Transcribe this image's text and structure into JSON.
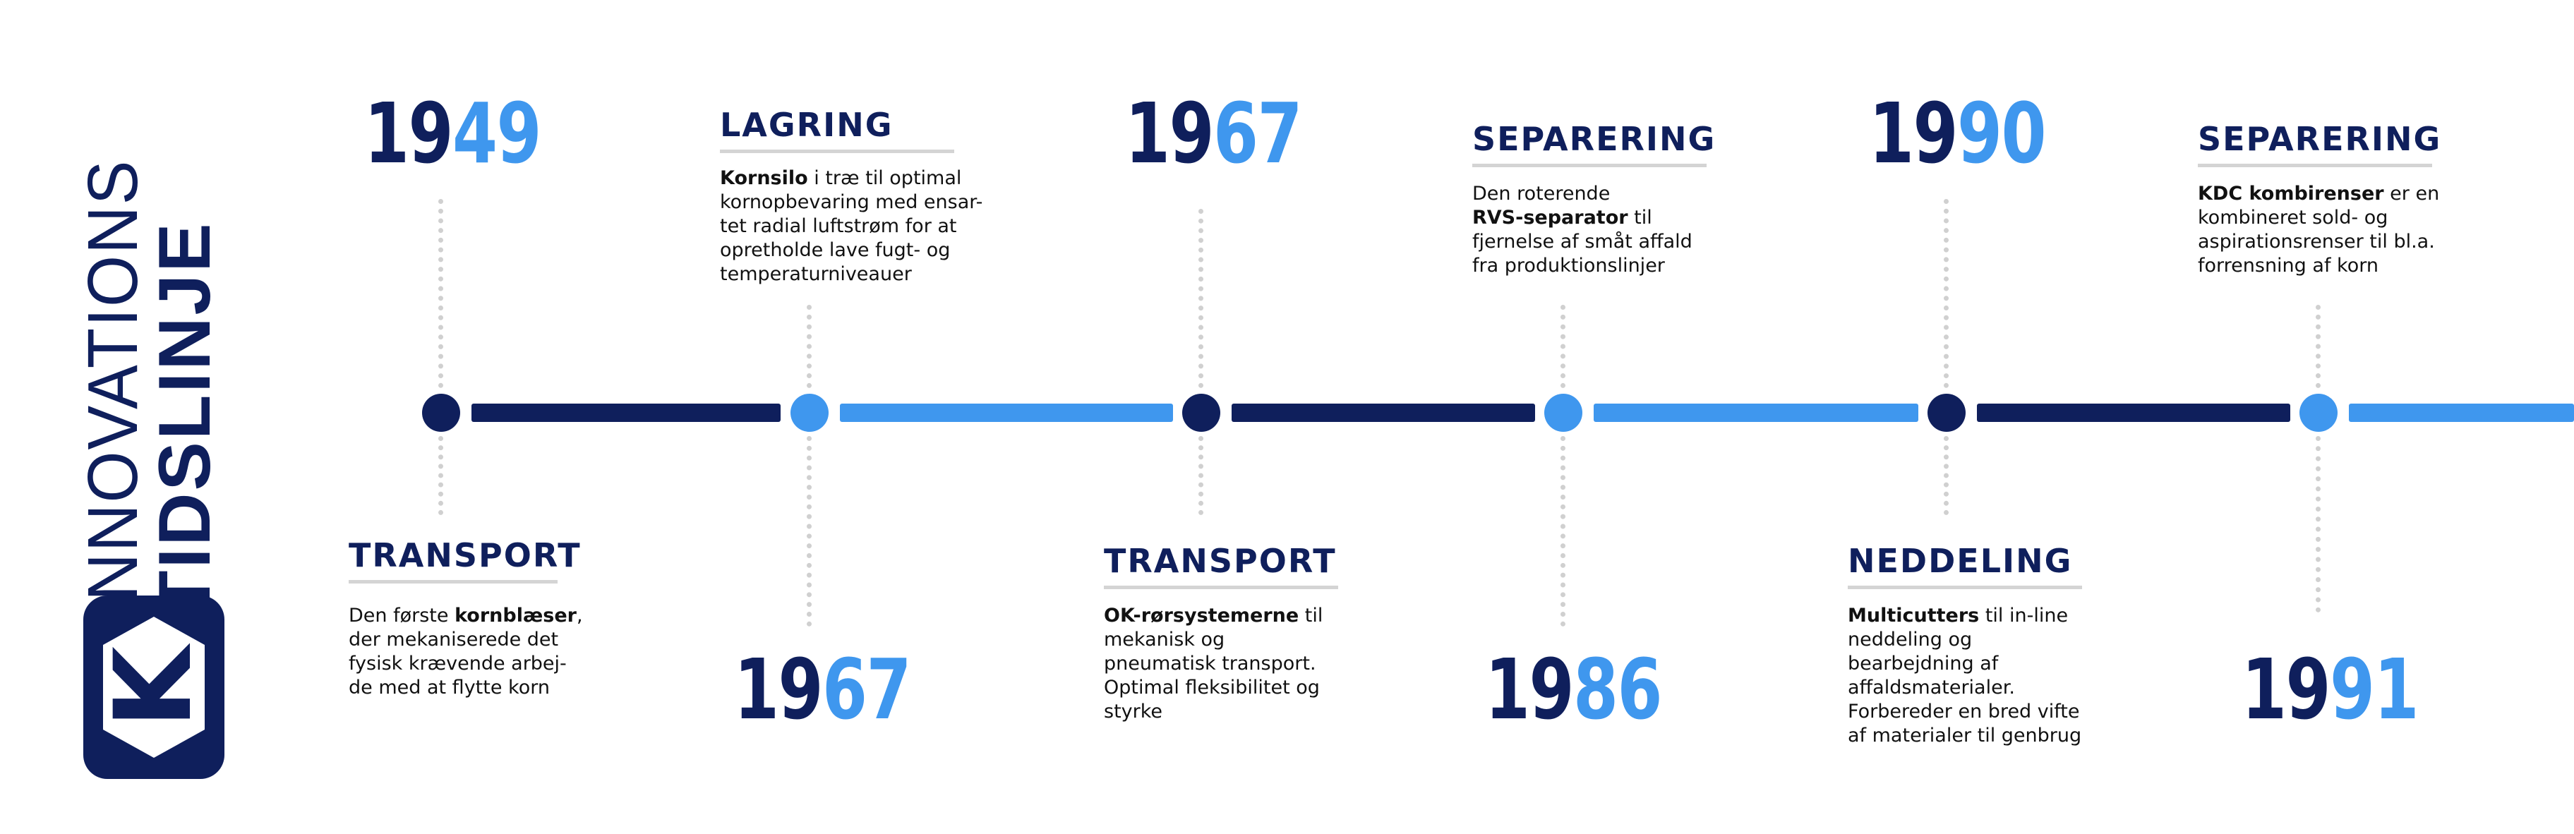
{
  "title": {
    "line1": "INNOVATIONS",
    "line2": "TIDSLINJE"
  },
  "logo": {
    "letter": "K"
  },
  "colors": {
    "dark": "#0f1f5c",
    "light": "#3f97ee",
    "grey": "#d0d0d0"
  },
  "events": [
    {
      "year_a": "19",
      "year_b": "49",
      "heading": "TRANSPORT",
      "desc": [
        "Den første ",
        "kornblæser",
        ",",
        "der mekaniserede det",
        "fysisk krævende arbej-",
        "de med at flytte korn"
      ]
    },
    {
      "year_a": "19",
      "year_b": "67",
      "heading": "LAGRING",
      "desc": [
        "Kornsilo",
        " i træ til optimal",
        "kornopbevaring med ensar-",
        "tet radial luftstrøm for at",
        "opretholde lave fugt- og",
        "temperaturniveauer"
      ]
    },
    {
      "year_a": "19",
      "year_b": "67",
      "heading": "TRANSPORT",
      "desc": [
        "OK-rørsystemerne",
        " til",
        "mekanisk og",
        "pneumatisk transport.",
        "Optimal fleksibilitet og",
        "styrke"
      ]
    },
    {
      "year_a": "19",
      "year_b": "86",
      "heading": "SEPARERING",
      "desc": [
        "Den roterende",
        "RVS-separator",
        " til",
        "fjernelse af småt affald",
        "fra produktionslinjer"
      ]
    },
    {
      "year_a": "19",
      "year_b": "90",
      "heading": "NEDDELING",
      "desc": [
        "Multicutters",
        " til in-line",
        "neddeling og",
        "bearbejdning af",
        "affaldsmaterialer.",
        "Forbereder en bred vifte",
        "af materialer til genbrug"
      ]
    },
    {
      "year_a": "19",
      "year_b": "91",
      "heading": "SEPARERING",
      "desc": [
        "KDC kombirenser",
        " er en",
        "kombineret sold- og",
        "aspirationsrenser til bl.a.",
        "forrensning af korn"
      ]
    }
  ]
}
